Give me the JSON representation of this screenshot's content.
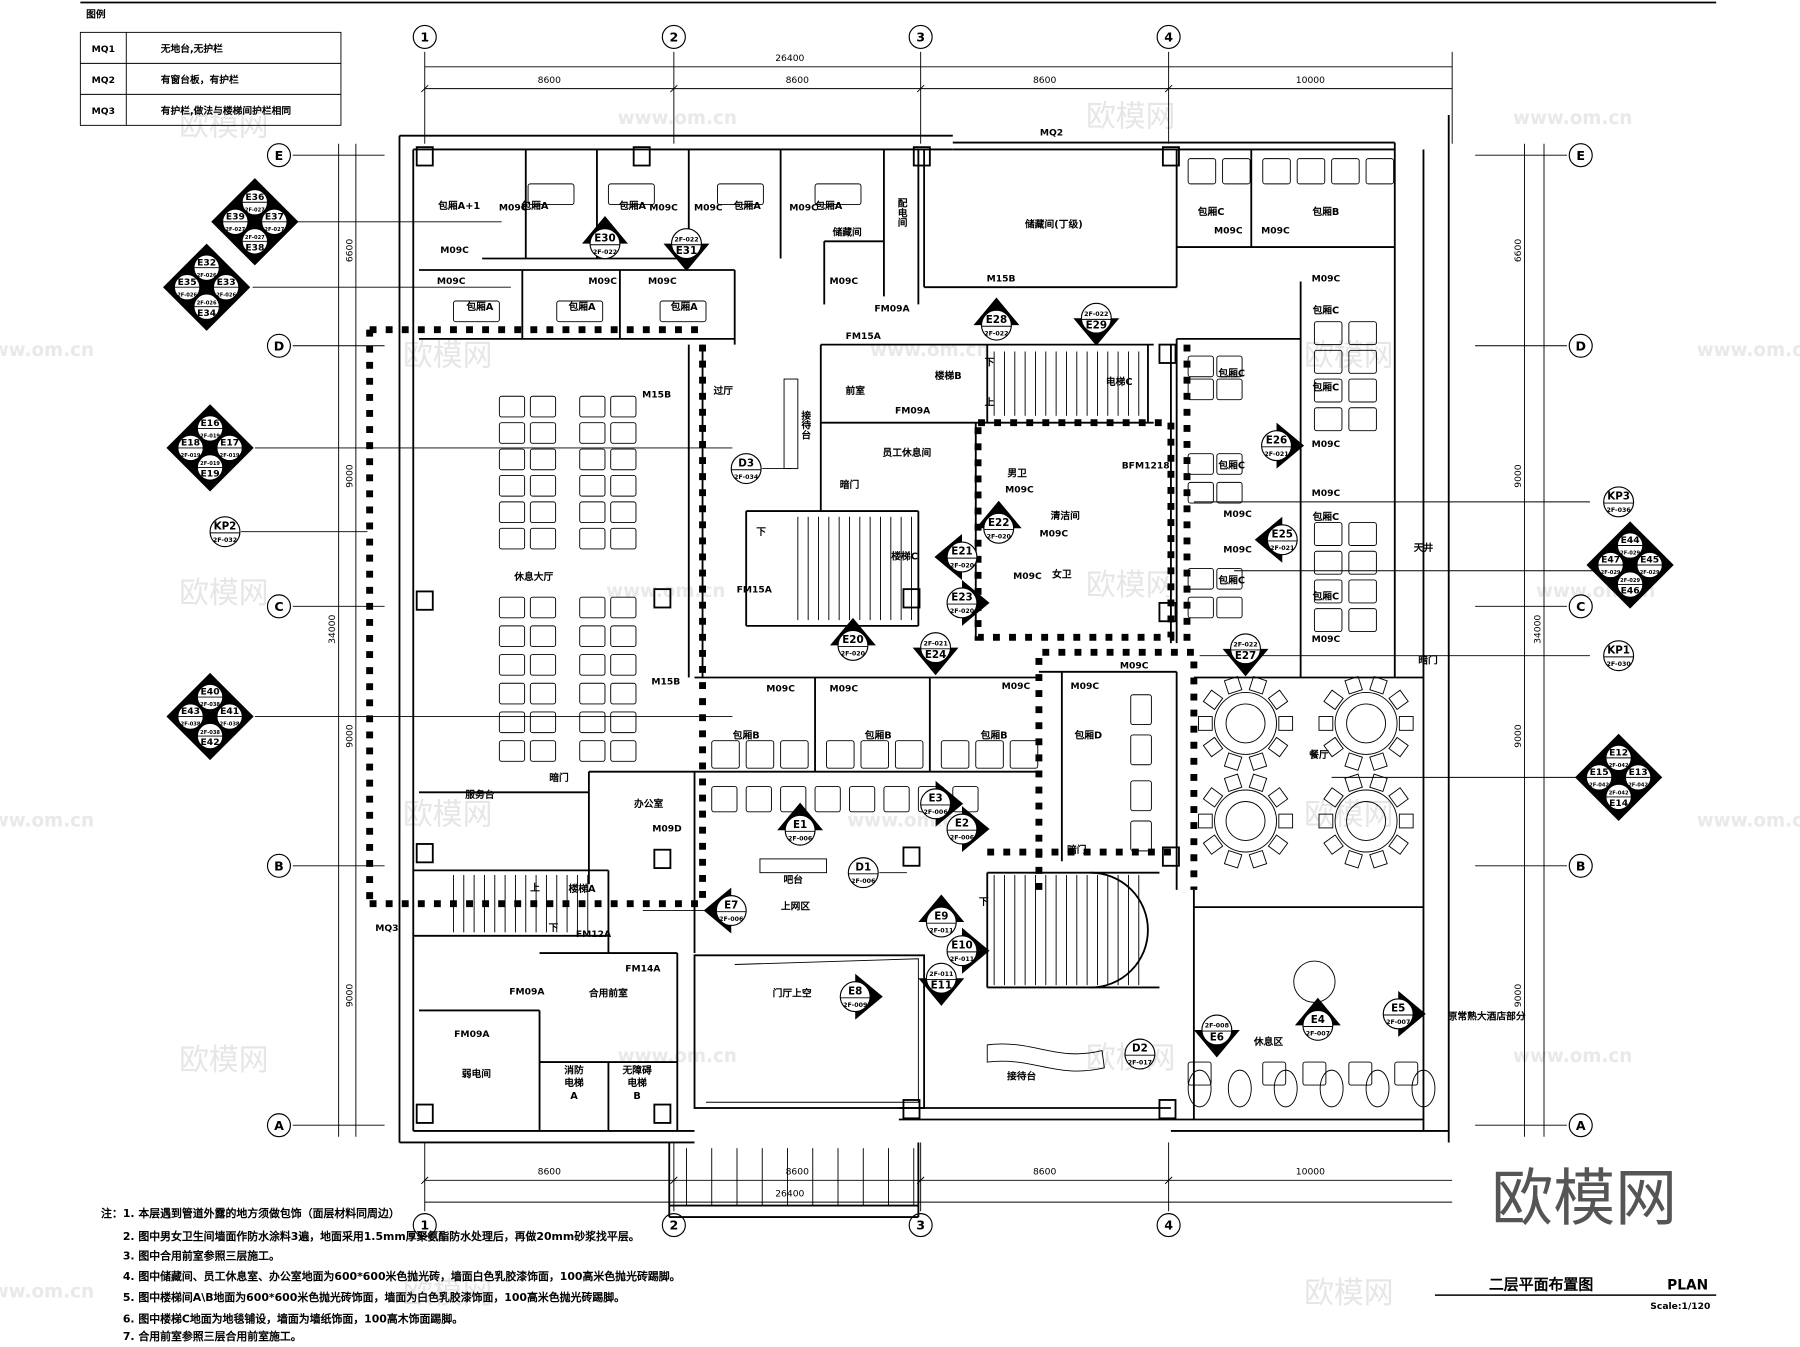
{
  "legend": {
    "title": "图例",
    "rows": [
      {
        "code": "MQ1",
        "desc": "无地台,无护栏"
      },
      {
        "code": "MQ2",
        "desc": "有窗台板，有护栏"
      },
      {
        "code": "MQ3",
        "desc": "有护栏,做法与楼梯间护栏相同"
      }
    ]
  },
  "grid": {
    "columns": [
      "1",
      "2",
      "3",
      "4"
    ],
    "rows": [
      "E",
      "D",
      "C",
      "B",
      "A"
    ],
    "dims_horizontal": [
      "8600",
      "8600",
      "8600",
      "10000"
    ],
    "overall_horizontal": "26400",
    "dims_vertical": [
      "6600",
      "9000",
      "9000",
      "9000"
    ],
    "overall_vertical": "34000"
  },
  "rooms": [
    "包厢A+1",
    "包厢A",
    "包厢A",
    "包厢A",
    "包厢A",
    "包厢A",
    "包厢A",
    "包厢A",
    "储藏间",
    "配电间",
    "储藏间(丁级)",
    "包厢C",
    "包厢B",
    "包厢C",
    "包厢C",
    "包厢C",
    "包厢C",
    "包厢C",
    "包厢C",
    "包厢C",
    "天井",
    "过厅",
    "前室",
    "楼梯B",
    "接待台",
    "员工休息间",
    "暗门",
    "男卫",
    "清洁间",
    "女卫",
    "电梯C",
    "楼梯C",
    "休息大厅",
    "服务台",
    "暗门",
    "办公室",
    "楼梯A",
    "吧台",
    "上网区",
    "合用前室",
    "弱电间",
    "消防\n电梯\nA",
    "无障碍\n电梯\nB",
    "门厅上空",
    "接待台",
    "休息区",
    "餐厅",
    "包厢D",
    "包厢B",
    "包厢B",
    "包厢B",
    "暗门",
    "暗门",
    "原常熟大酒店部分",
    "上",
    "下",
    "下",
    "上",
    "下",
    "下"
  ],
  "door_tags": [
    "M09C",
    "M09C",
    "M09C",
    "M09C",
    "M09C",
    "M09C",
    "M09C",
    "M09C",
    "M09C",
    "M15B",
    "FM09A",
    "FM15A",
    "M15B",
    "FM09A",
    "M09C",
    "M09C",
    "M09C",
    "M09C",
    "M09C",
    "M09C",
    "M09C",
    "M09C",
    "M09C",
    "M09C",
    "M09C",
    "BFM1218",
    "FM15A",
    "M15B",
    "M09C",
    "M09C",
    "M09C",
    "M09C",
    "M09C",
    "M09D",
    "FM12A",
    "FM14A",
    "FM09A",
    "FM09A",
    "MQ2",
    "MQ3"
  ],
  "index_symbols": [
    {
      "id": "E30",
      "ref": "2F-022",
      "dir": "up"
    },
    {
      "id": "E31",
      "ref": "2F-022",
      "dir": "down"
    },
    {
      "id": "E28",
      "ref": "2F-022",
      "dir": "up"
    },
    {
      "id": "E29",
      "ref": "2F-022",
      "dir": "down"
    },
    {
      "id": "E26",
      "ref": "2F-021",
      "dir": "right"
    },
    {
      "id": "E25",
      "ref": "2F-021",
      "dir": "left"
    },
    {
      "id": "E27",
      "ref": "2F-022",
      "dir": "down"
    },
    {
      "id": "E20",
      "ref": "2F-020",
      "dir": "up"
    },
    {
      "id": "E24",
      "ref": "2F-021",
      "dir": "down"
    },
    {
      "id": "E21",
      "ref": "2F-020",
      "dir": "left"
    },
    {
      "id": "E22",
      "ref": "2F-020",
      "dir": "up"
    },
    {
      "id": "E23",
      "ref": "2F-020",
      "dir": "right"
    },
    {
      "id": "E1",
      "ref": "2F-006",
      "dir": "up"
    },
    {
      "id": "E2",
      "ref": "2F-006",
      "dir": "right"
    },
    {
      "id": "E3",
      "ref": "2F-006",
      "dir": "right"
    },
    {
      "id": "E9",
      "ref": "2F-011",
      "dir": "up"
    },
    {
      "id": "E10",
      "ref": "2F-011",
      "dir": "right"
    },
    {
      "id": "E11",
      "ref": "2F-011",
      "dir": "down"
    },
    {
      "id": "E7",
      "ref": "2F-006",
      "dir": "left"
    },
    {
      "id": "E8",
      "ref": "2F-009",
      "dir": "right"
    },
    {
      "id": "E4",
      "ref": "2F-007",
      "dir": "up"
    },
    {
      "id": "E5",
      "ref": "2F-007",
      "dir": "right"
    },
    {
      "id": "E6",
      "ref": "2F-008",
      "dir": "down"
    },
    {
      "id": "D1",
      "ref": "2F-006",
      "dir": "none"
    },
    {
      "id": "D2",
      "ref": "2F-017",
      "dir": "none"
    },
    {
      "id": "D3",
      "ref": "2F-034",
      "dir": "none"
    },
    {
      "id": "KP1",
      "ref": "2F-030",
      "dir": "none"
    },
    {
      "id": "KP2",
      "ref": "2F-032",
      "dir": "none"
    },
    {
      "id": "KP3",
      "ref": "2F-036",
      "dir": "none"
    }
  ],
  "quad_symbols": [
    {
      "ids": [
        "E36",
        "E37",
        "E38",
        "E39"
      ],
      "ref": "2F-027"
    },
    {
      "ids": [
        "E32",
        "E33",
        "E34",
        "E35"
      ],
      "ref": "2F-026"
    },
    {
      "ids": [
        "E16",
        "E17",
        "E19",
        "E18"
      ],
      "ref": "2F-019"
    },
    {
      "ids": [
        "E40",
        "E41",
        "E42",
        "E43"
      ],
      "ref": "2F-038"
    },
    {
      "ids": [
        "E44",
        "E45",
        "E46",
        "E47"
      ],
      "ref": "2F-029"
    },
    {
      "ids": [
        "E12",
        "E13",
        "E14",
        "E15"
      ],
      "ref": "2F-042"
    }
  ],
  "notes": {
    "prefix": "注：",
    "items": [
      "1. 本层遇到管道外露的地方须做包饰（面层材料同周边）",
      "2. 图中男女卫生间墙面作防水涂料3遍，地面采用1.5mm厚聚氨酯防水处理后，再做20mm砂浆找平层。",
      "3. 图中合用前室参照三层施工。",
      "4. 图中储藏间、员工休息室、办公室地面为600*600米色抛光砖，墙面白色乳胶漆饰面，100高米色抛光砖踢脚。",
      "5. 图中楼梯间A\\B地面为600*600米色抛光砖饰面，墙面为白色乳胶漆饰面，100高米色抛光砖踢脚。",
      "6. 图中楼梯C地面为地毯铺设，墙面为墙纸饰面，100高木饰面踢脚。",
      "7. 合用前室参照三层合用前室施工。"
    ]
  },
  "title_block": {
    "title": "二层平面布置图",
    "subtitle": "PLAN",
    "scale": "Scale:1/120"
  },
  "watermark": {
    "logo": "欧模网",
    "url": "www.om.cn"
  }
}
